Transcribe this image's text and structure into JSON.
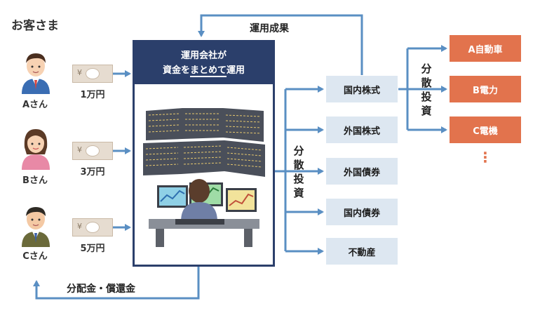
{
  "title": "お客さま",
  "customers": [
    {
      "label": "Aさん",
      "amount": "1万円"
    },
    {
      "label": "Bさん",
      "amount": "3万円"
    },
    {
      "label": "Cさん",
      "amount": "5万円"
    }
  ],
  "bill_symbol": "¥",
  "company": {
    "line1": "運用会社が",
    "line2_pre": "資金を",
    "line2_ul": "まとめて",
    "line2_post": "運用"
  },
  "investments": [
    "国内株式",
    "外国株式",
    "外国債券",
    "国内債券",
    "不動産"
  ],
  "companies": [
    "A自動車",
    "B電力",
    "C電機"
  ],
  "ellipsis": "⋮",
  "labels": {
    "returns": "運用成果",
    "distribution": "分配金・償還金",
    "diversify_main": [
      "分",
      "散",
      "投",
      "資"
    ],
    "diversify_side": [
      "分",
      "散",
      "投",
      "資"
    ]
  },
  "colors": {
    "navy": "#2b3f6b",
    "arrow": "#5a8fc3",
    "asset_bg": "#dde7f1",
    "company_bg": "#e2734d"
  }
}
